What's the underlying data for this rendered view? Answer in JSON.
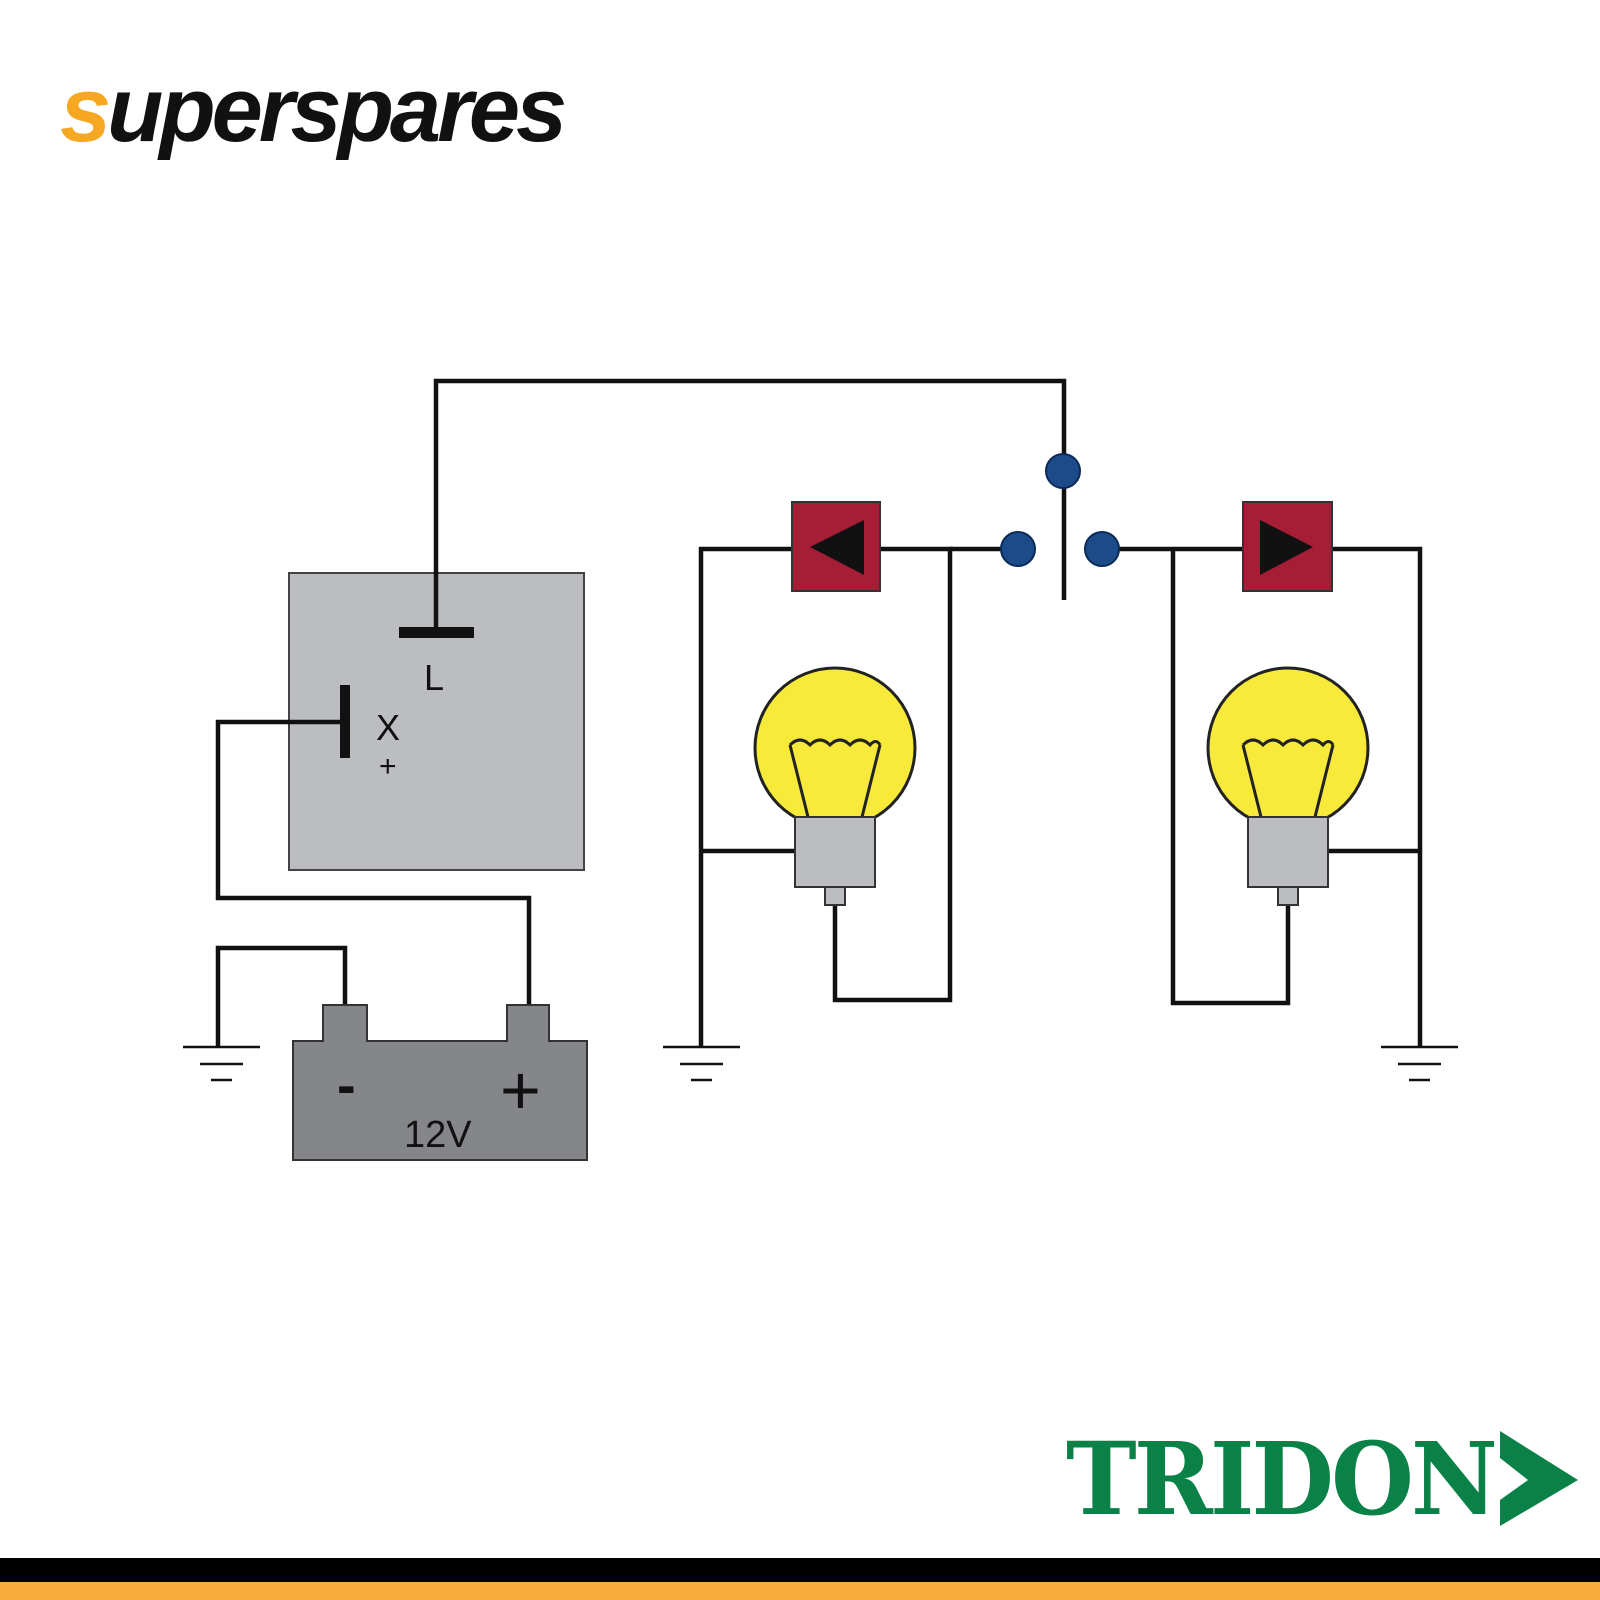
{
  "brand": {
    "logo_first": "s",
    "logo_rest": "uperspares",
    "accent": "#f7a823"
  },
  "diagram": {
    "relay_terminal_l": "L",
    "relay_terminal_x": "X",
    "relay_terminal_plus": "+",
    "battery_minus": "-",
    "battery_plus": "+",
    "battery_voltage": "12V"
  },
  "footer": {
    "manufacturer": "TRIDON",
    "manufacturer_color": "#0a8147"
  }
}
